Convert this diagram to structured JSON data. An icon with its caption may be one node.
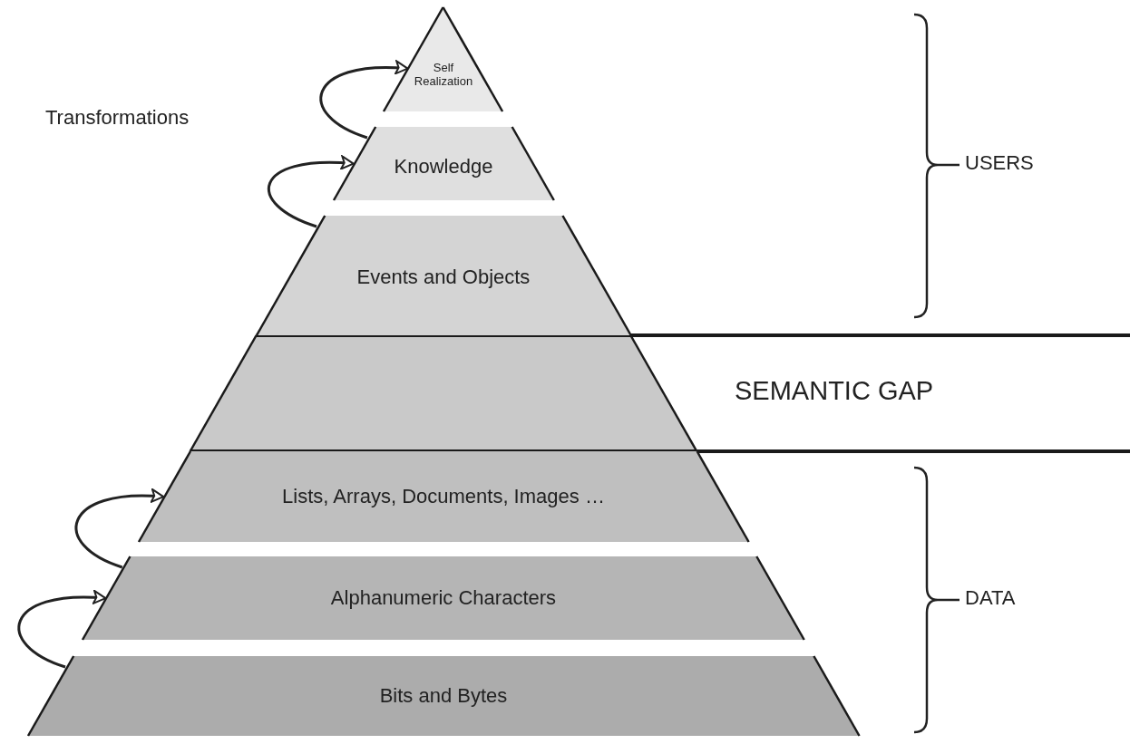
{
  "diagram": {
    "nodes": [
      {
        "text": [
          "Self Realization"
        ]
      },
      {
        "text": [
          "Knowledge"
        ]
      },
      {
        "text": [
          "Events and Objects"
        ]
      },
      {
        "text": [
          "Lists, Arrays, Documents, Images …"
        ]
      },
      {
        "text": [
          "Alphanumeric Characters"
        ]
      },
      {
        "text": [
          "Bits and Bytes"
        ]
      }
    ],
    "edges": [
      {
        "from": 1,
        "to": 0,
        "arrow": "to"
      },
      {
        "from": 2,
        "to": 1,
        "arrow": "to"
      },
      {
        "from": 4,
        "to": 3,
        "arrow": "to"
      },
      {
        "from": 5,
        "to": 4,
        "arrow": "to"
      }
    ],
    "labels": [
      "Transformations",
      "USERS",
      "SEMANTIC GAP",
      "DATA"
    ]
  }
}
